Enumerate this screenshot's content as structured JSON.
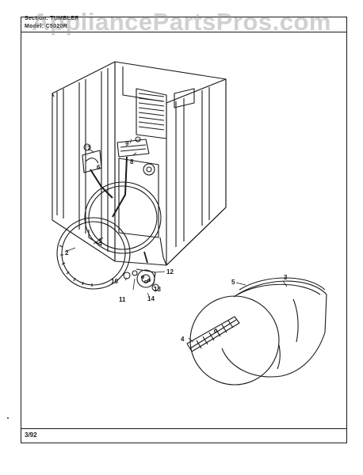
{
  "header": {
    "section_label": "Section:",
    "section_value": "TUMBLER",
    "model_label": "Model:",
    "model_value": "C5020R"
  },
  "footer": {
    "date_code": "3/92"
  },
  "watermark": "AppliancePartsPros.com",
  "callouts": [
    {
      "id": "1",
      "label": "1"
    },
    {
      "id": "2",
      "label": "2"
    },
    {
      "id": "3",
      "label": "3"
    },
    {
      "id": "4",
      "label": "4"
    },
    {
      "id": "5",
      "label": "5"
    },
    {
      "id": "6",
      "label": "6"
    },
    {
      "id": "7",
      "label": "7"
    },
    {
      "id": "8",
      "label": "8"
    },
    {
      "id": "9",
      "label": "9"
    },
    {
      "id": "10",
      "label": "10"
    },
    {
      "id": "11",
      "label": "11"
    },
    {
      "id": "12",
      "label": "12"
    },
    {
      "id": "13",
      "label": "13"
    },
    {
      "id": "14",
      "label": "14"
    }
  ],
  "colors": {
    "ink": "#1a1a1a",
    "paper": "#ffffff",
    "watermark": "#969696"
  }
}
